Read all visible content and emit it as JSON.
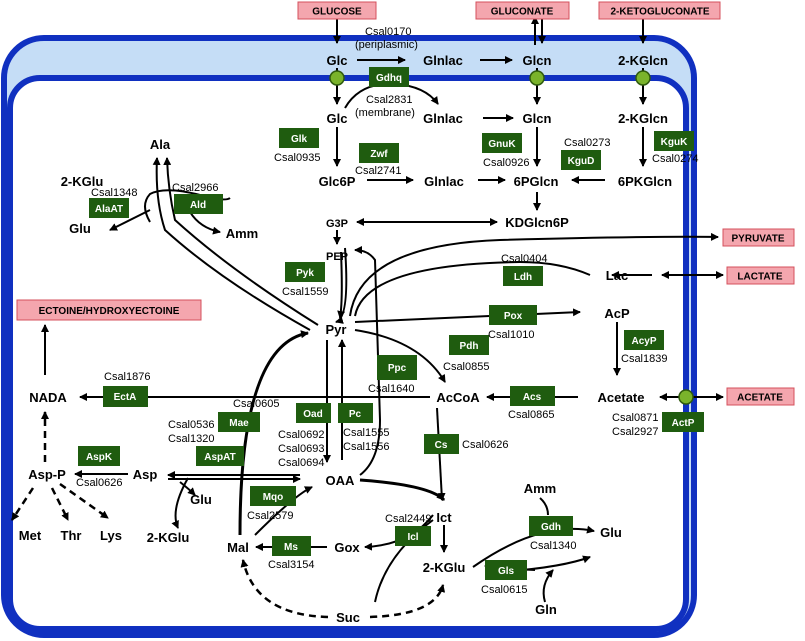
{
  "external": {
    "glucose": "GLUCOSE",
    "gluconate": "GLUCONATE",
    "ketogluconate": "2-KETOGLUCONATE",
    "pyruvate": "PYRUVATE",
    "lactate": "LACTATE",
    "acetate": "ACETATE",
    "ectoine": "ECTOINE/HYDROXYECTOINE"
  },
  "metabolites": {
    "glc_p": "Glc",
    "glnlac_p": "Glnlac",
    "glcn_p": "Glcn",
    "kglcn_p": "2-KGlcn",
    "glc": "Glc",
    "glnlac": "Glnlac",
    "glcn": "Glcn",
    "kglcn": "2-KGlcn",
    "ala": "Ala",
    "kglu_ala": "2-KGlu",
    "glu_ala": "Glu",
    "amm_ala": "Amm",
    "glc6p": "Glc6P",
    "glnlac2": "Glnlac",
    "pglcn": "6PGlcn",
    "pkglcn": "6PKGlcn",
    "g3p": "G3P",
    "kdglcn6p": "KDGlcn6P",
    "pep": "PEP",
    "lac": "Lac",
    "pyr": "Pyr",
    "acp": "AcP",
    "nada": "NADA",
    "accoa": "AcCoA",
    "acetate": "Acetate",
    "aspp": "Asp-P",
    "asp": "Asp",
    "oaa": "OAA",
    "glu_asp": "Glu",
    "kglu_asp": "2-KGlu",
    "met": "Met",
    "thr": "Thr",
    "lys": "Lys",
    "mal": "Mal",
    "gox": "Gox",
    "ict": "Ict",
    "kglu_tca": "2-KGlu",
    "amm_gdh": "Amm",
    "glu_gdh": "Glu",
    "gln": "Gln",
    "suc": "Suc"
  },
  "enzymes": {
    "gdhq": "Gdhq",
    "glk": "Glk",
    "zwf": "Zwf",
    "gnuk": "GnuK",
    "kgud": "KguD",
    "kguk": "KguK",
    "alaat": "AlaAT",
    "ald": "Ald",
    "pyk": "Pyk",
    "ldh": "Ldh",
    "pox": "Pox",
    "pdh": "Pdh",
    "ppc": "Ppc",
    "acyp": "AcyP",
    "ecta": "EctA",
    "acs": "Acs",
    "mae": "Mae",
    "oad": "Oad",
    "pc": "Pc",
    "cs": "Cs",
    "actp": "ActP",
    "aspk": "AspK",
    "aspat": "AspAT",
    "mqo": "Mqo",
    "icl": "Icl",
    "gdh": "Gdh",
    "ms": "Ms",
    "gls": "Gls"
  },
  "genes": {
    "csal0170": "Csal0170",
    "periplasmic": "(periplasmic)",
    "csal2831": "Csal2831",
    "membrane": "(membrane)",
    "csal0935": "Csal0935",
    "csal2741": "Csal2741",
    "csal0926": "Csal0926",
    "csal0273": "Csal0273",
    "csal0274": "Csal0274",
    "csal1348": "Csal1348",
    "csal2966": "Csal2966",
    "csal1559": "Csal1559",
    "csal0404": "Csal0404",
    "csal1010": "Csal1010",
    "csal0855": "Csal0855",
    "csal1640": "Csal1640",
    "csal1839": "Csal1839",
    "csal1876": "Csal1876",
    "csal0865": "Csal0865",
    "csal0605": "Csal0605",
    "csal0536": "Csal0536",
    "csal1320": "Csal1320",
    "csal0692": "Csal0692",
    "csal0693": "Csal0693",
    "csal0694": "Csal0694",
    "csal1555": "Csal1555",
    "csal1556": "Csal1556",
    "csal0626_cs": "Csal0626",
    "csal0871": "Csal0871",
    "csal2927": "Csal2927",
    "csal0626_aspk": "Csal0626",
    "csal2579": "Csal2579",
    "csal2449": "Csal2449",
    "csal1340": "Csal1340",
    "csal3154": "Csal3154",
    "csal0615": "Csal0615"
  },
  "colors": {
    "periplasm_fill": "#c5ddf6",
    "membrane_blue": "#1030c0",
    "enzyme_fill": "#1f5c0f",
    "external_fill": "#f4a6ae",
    "external_border": "#d4505c",
    "transporter_green": "#7ab32b"
  }
}
